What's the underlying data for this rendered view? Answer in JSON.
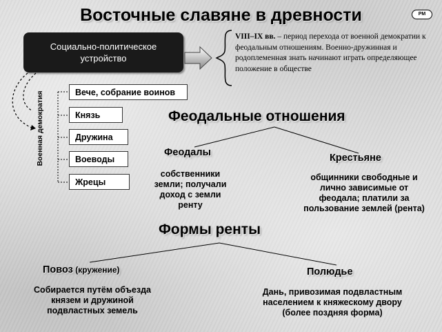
{
  "title": "Восточные славяне в древности",
  "badge": "РМ",
  "main_box": {
    "line1": "Социально-политическое",
    "line2": "устройство"
  },
  "period": {
    "roman": "VIII–IX",
    "abbr": " вв.",
    "rest": " – период перехода от военной демократии к феодальным отношениям. Военно-дружинная и родоплеменная знать начинают играть определяющее положение в обществе"
  },
  "vertical_label": "Военная демократия",
  "items": [
    "Вече, собрание воинов",
    "Князь",
    "Дружина",
    "Воеводы",
    "Жрецы"
  ],
  "feudal": {
    "title": "Феодальные отношения",
    "feudals": {
      "title": "Феодалы",
      "text": [
        "собственники",
        "земли; получали",
        "доход с земли",
        "ренту"
      ]
    },
    "peasants": {
      "title": "Крестьяне",
      "text": [
        "общинники свободные и",
        "лично зависимые от",
        "феодала; платили за",
        "пользование землей (рента)"
      ]
    }
  },
  "rent": {
    "title": "Формы ренты",
    "povoz": {
      "title": "Повоз",
      "sub": " (кружение)",
      "text": [
        "Собирается путём объезда",
        "князем и дружиной",
        "подвластных земель"
      ]
    },
    "polyudye": {
      "title": "Полюдье",
      "text": [
        "Дань, привозимая подвластным",
        "населением к княжескому двору",
        "(более поздняя форма)"
      ]
    }
  }
}
